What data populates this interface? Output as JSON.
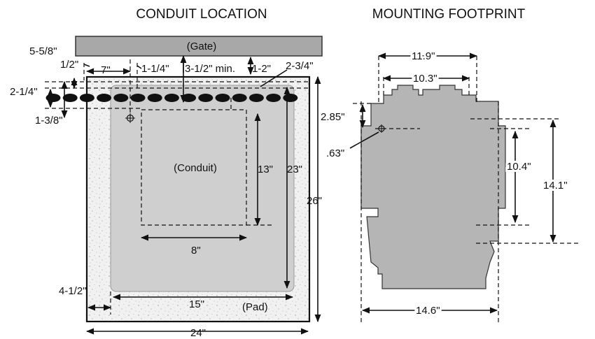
{
  "conduit_location": {
    "title": "CONDUIT LOCATION",
    "gate_label": "(Gate)",
    "conduit_label": "(Conduit)",
    "pad_label": "(Pad)",
    "dims": {
      "d_5_5_8": "5-5/8\"",
      "d_1_2": "1/2\"",
      "d_7": "7\"",
      "d_1_1_4": "1-1/4\"",
      "d_3_1_2_min": "3-1/2\" min.",
      "d_1_2in": "1-2\"",
      "d_2_3_4": "2-3/4\"",
      "d_2_1_4": "2-1/4\"",
      "d_1_3_8": "1-3/8\"",
      "d_13": "13\"",
      "d_23": "23\"",
      "d_26": "26\"",
      "d_8": "8\"",
      "d_4_1_2": "4-1/2\"",
      "d_15": "15\"",
      "d_24": "24\""
    }
  },
  "mounting_footprint": {
    "title": "MOUNTING FOOTPRINT",
    "dims": {
      "d_11_9": "11.9\"",
      "d_10_3": "10.3\"",
      "d_2_85": "2.85\"",
      "d_63": ".63\"",
      "d_10_4": "10.4\"",
      "d_14_1": "14.1\"",
      "d_14_6": "14.6\""
    }
  },
  "colors": {
    "gate": "#a8a8a8",
    "conduit": "#8f8f8f",
    "gate_footprint": "#b5b5b5",
    "pad_inner": "#cfcfcf",
    "pad_speckle": "#ececec"
  }
}
